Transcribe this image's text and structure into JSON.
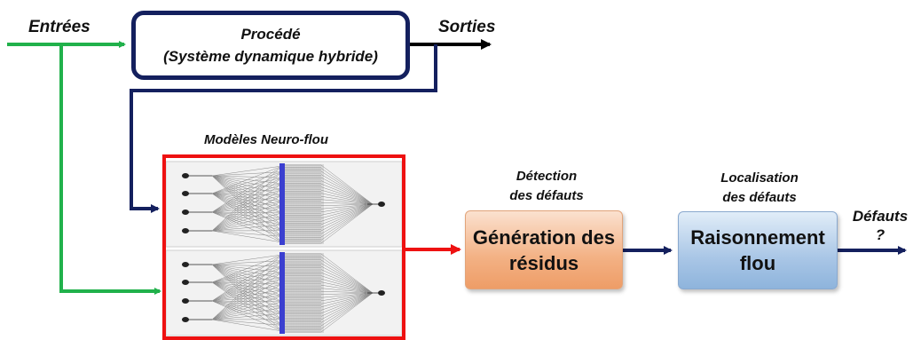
{
  "labels": {
    "inputs": "Entrées",
    "outputs": "Sorties",
    "process_title": "Procédé",
    "process_subtitle": "(Système dynamique hybride)",
    "neuro_fuzzy_models": "Modèles Neuro-flou",
    "detection_line1": "Détection",
    "detection_line2": "des défauts",
    "localisation_line1": "Localisation",
    "localisation_line2": "des défauts",
    "residue_line1": "Génération des",
    "residue_line2": "résidus",
    "fuzzy_line1": "Raisonnement",
    "fuzzy_line2": "flou",
    "faults": "Défauts",
    "question": "?"
  },
  "colors": {
    "input_arrows": "#21b14b",
    "output_arrows": "#14205e",
    "nf_frame": "#ee1111",
    "residue_box": "#f3b184",
    "fuzzy_box": "#a9c6e6",
    "nn_hidden_layer": "#3b3fd0"
  }
}
